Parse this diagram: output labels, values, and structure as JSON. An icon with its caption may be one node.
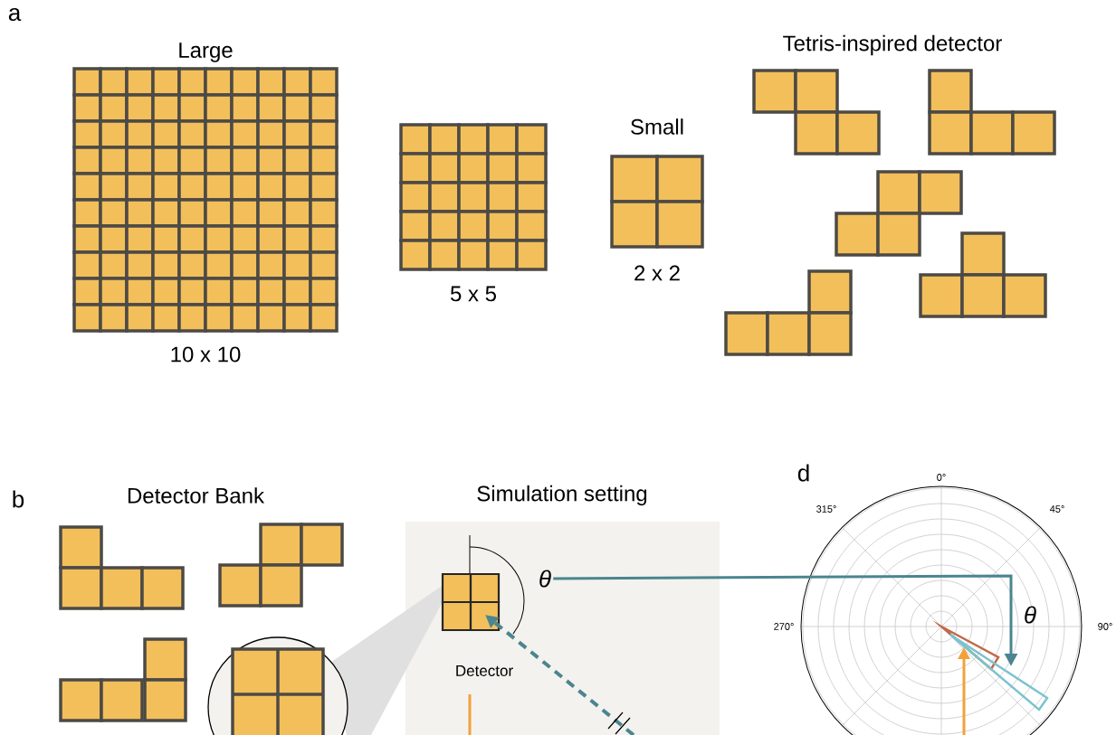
{
  "diagram": {
    "nodes": [
      {
        "text": [
          "θ"
        ]
      },
      {
        "text": [],
        "shape": "circle",
        "beside": [
          "0°",
          "315°",
          "45°",
          "270°",
          "90°"
        ]
      }
    ],
    "edges": [
      {
        "from": 0,
        "to": 1,
        "arrow": "to"
      }
    ],
    "labels": [
      "a",
      "Large",
      "Tetris-inspired detector",
      "Small",
      "5 x 5",
      "2 x 2",
      "10 x 10",
      "b",
      "Detector Bank",
      "Simulation setting",
      "d",
      "θ",
      "Detector"
    ]
  }
}
